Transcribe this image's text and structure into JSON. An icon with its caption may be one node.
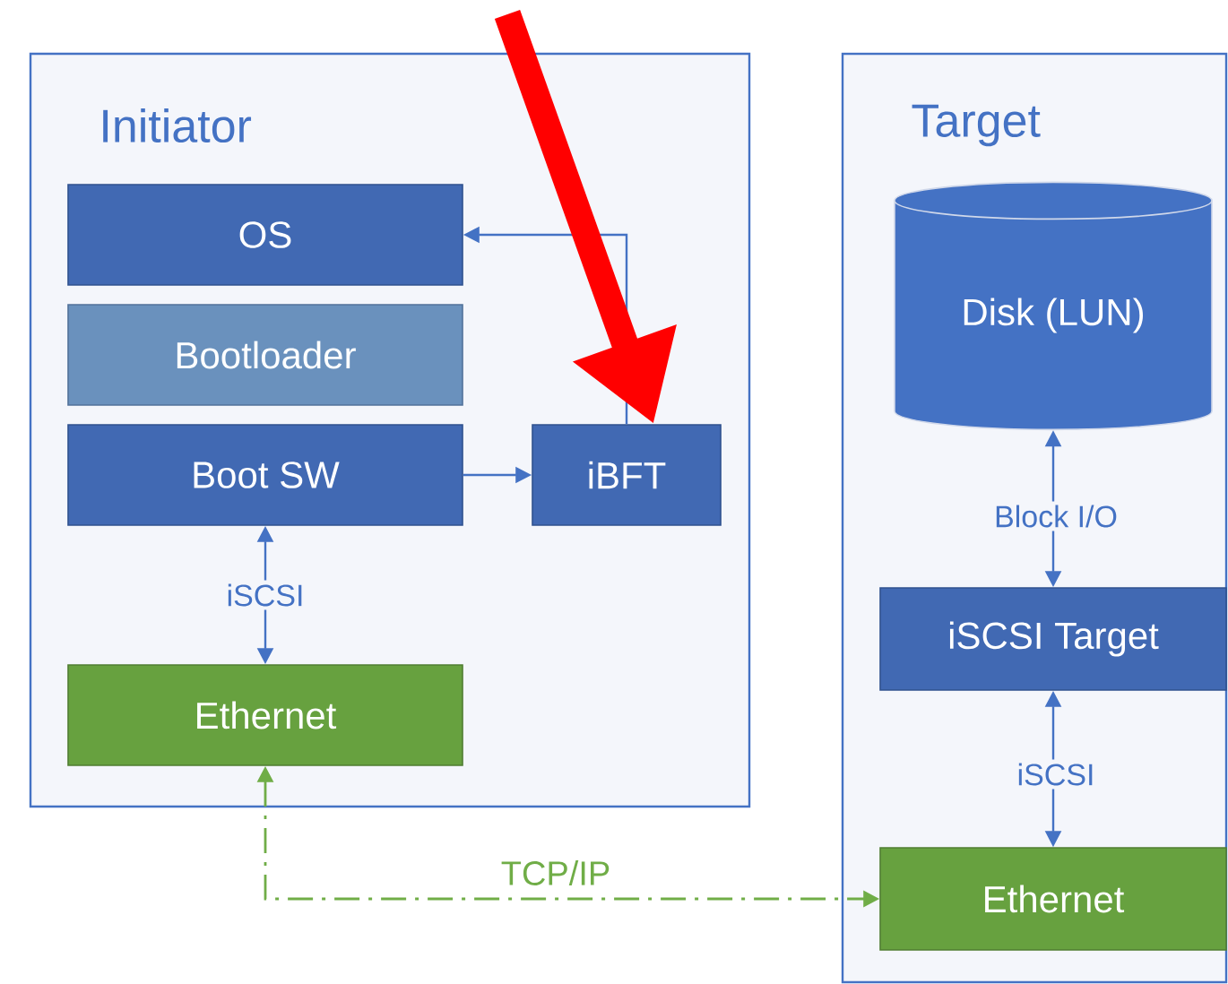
{
  "diagram": {
    "nodes": [
      {
        "text": [
          "Initiator"
        ]
      },
      {
        "text": [
          "OS"
        ],
        "in": 0
      },
      {
        "text": [
          "Bootloader"
        ],
        "in": 0
      },
      {
        "text": [
          "Boot SW"
        ],
        "in": 0
      },
      {
        "text": [
          "iBFT"
        ],
        "in": 0
      },
      {
        "text": [
          "Ethernet"
        ],
        "in": 0
      },
      {
        "text": [
          "Target"
        ]
      },
      {
        "text": [
          "Disk (LUN)"
        ],
        "in": 6
      },
      {
        "text": [
          "iSCSI Target"
        ],
        "in": 6
      },
      {
        "text": [
          "Ethernet"
        ],
        "in": 6
      }
    ],
    "edges": [
      {
        "from": 4,
        "to": 1,
        "arrow": "to"
      },
      {
        "from": 3,
        "to": 4,
        "arrow": "to"
      },
      {
        "from": 3,
        "to": 5,
        "arrow": "both",
        "label": "iSCSI"
      },
      {
        "from": 7,
        "to": 8,
        "arrow": "both",
        "label": "Block I/O"
      },
      {
        "from": 8,
        "to": 9,
        "arrow": "both",
        "label": "iSCSI"
      },
      {
        "from": 5,
        "to": 9,
        "arrow": "both",
        "label": "TCP/IP",
        "style": "dashed",
        "color": "#70ad47"
      },
      {
        "from": null,
        "to": 4,
        "arrow": "to",
        "style": "thick",
        "color": "#ff0000"
      }
    ]
  }
}
